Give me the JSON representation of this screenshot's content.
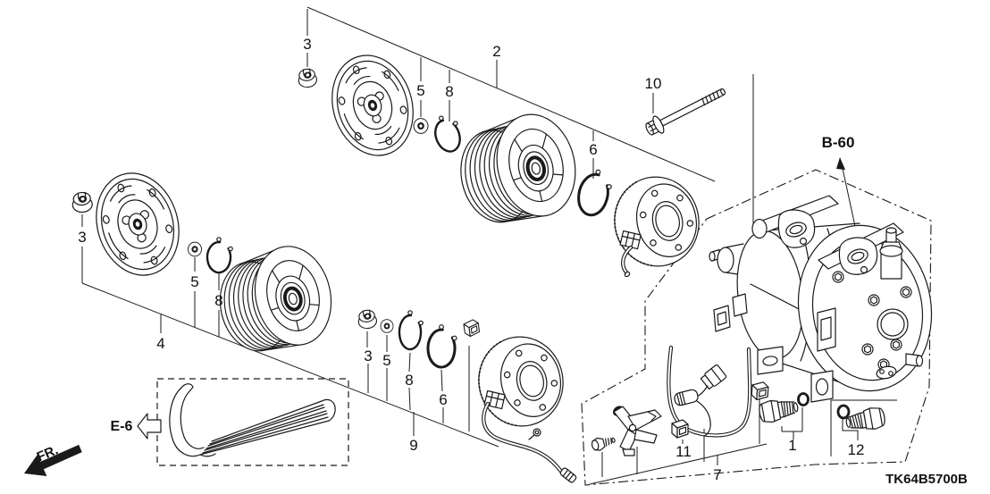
{
  "diagram": {
    "code": "TK64B5700B",
    "references": {
      "b60": "B-60",
      "e6": "E-6",
      "fr": "FR."
    },
    "labels": {
      "l1": "1",
      "l2": "2",
      "l3a": "3",
      "l3b": "3",
      "l3c": "3",
      "l4": "4",
      "l5a": "5",
      "l5b": "5",
      "l5c": "5",
      "l6a": "6",
      "l6c": "6",
      "l7": "7",
      "l8a": "8",
      "l8b": "8",
      "l8c": "8",
      "l9": "9",
      "l10": "10",
      "l11": "11",
      "l12": "12"
    },
    "colors": {
      "line": "#1a1a1a",
      "background": "#ffffff"
    }
  }
}
